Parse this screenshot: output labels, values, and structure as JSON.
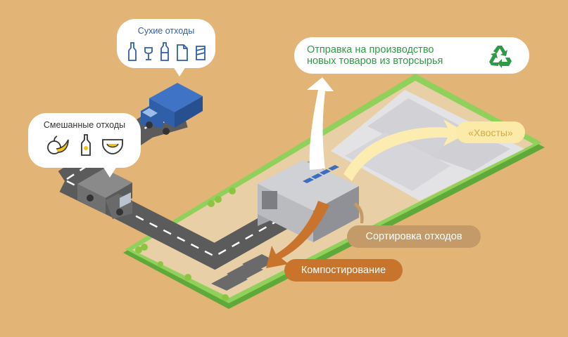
{
  "bubbles": {
    "dry": {
      "title": "Сухие отходы",
      "icons": [
        "glass-bottle-icon",
        "wine-glass-icon",
        "plastic-bottle-icon",
        "paper-document-icon",
        "tin-can-icon"
      ]
    },
    "mixed": {
      "title": "Смешанные отходы",
      "icons": [
        "apple-banana-icon",
        "bottle-icon",
        "diaper-icon"
      ]
    }
  },
  "callouts": {
    "send_to_production": {
      "line1": "Отправка на производство",
      "line2": "новых товаров из вторсырья",
      "icon": "recycle-icon"
    },
    "tails": "«Хвосты»",
    "sorting": "Сортировка отходов",
    "composting": "Компостирование"
  },
  "colors": {
    "background": "#e2b577",
    "dry_title": "#2f5fa8",
    "recycle_green": "#2e9a46",
    "tails_fill": "#fbeaa8",
    "sorting_fill": "#c59a69",
    "composting_fill": "#c8742d",
    "truck_blue": "#2f5fa8",
    "truck_gray": "#707070",
    "grass_green": "#7cc24a"
  }
}
